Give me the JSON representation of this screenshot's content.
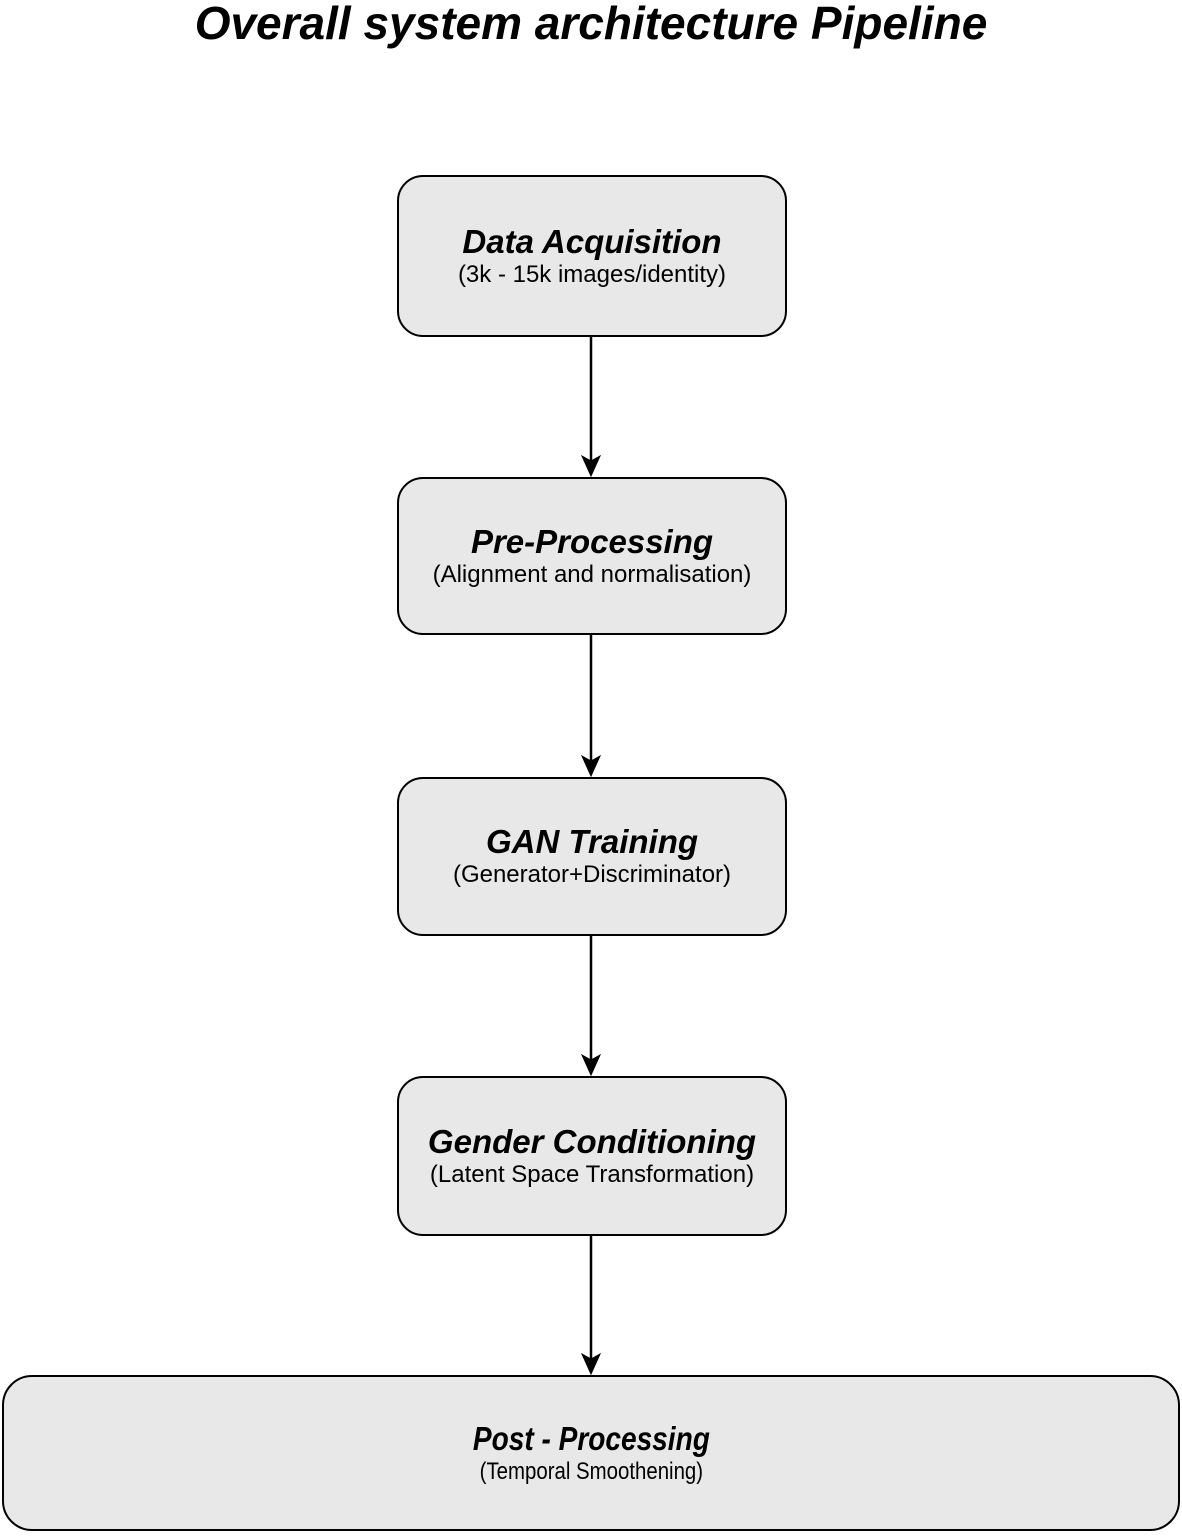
{
  "page": {
    "title": "Overall system architecture Pipeline"
  },
  "diagram": {
    "type": "flowchart",
    "direction": "top-down",
    "boxes": [
      {
        "title": "Data Acquisition",
        "subtitle": "(3k - 15k images/identity)"
      },
      {
        "title": "Pre-Processing",
        "subtitle": "(Alignment and normalisation)"
      },
      {
        "title": "GAN Training",
        "subtitle": "(Generator+Discriminator)"
      },
      {
        "title": "Gender Conditioning",
        "subtitle": "(Latent Space Transformation)"
      },
      {
        "title": "Post - Processing",
        "subtitle": "(Temporal Smoothening)"
      }
    ],
    "connectors": [
      {
        "from": "Data Acquisition",
        "to": "Pre-Processing",
        "style": "arrow-down"
      },
      {
        "from": "Pre-Processing",
        "to": "GAN Training",
        "style": "arrow-down"
      },
      {
        "from": "GAN Training",
        "to": "Gender Conditioning",
        "style": "arrow-down"
      },
      {
        "from": "Gender Conditioning",
        "to": "Post - Processing",
        "style": "arrow-down"
      }
    ],
    "colors": {
      "background": "#ffffff",
      "box_fill": "#e8e8e8",
      "box_border": "#000000",
      "text": "#000000"
    }
  }
}
